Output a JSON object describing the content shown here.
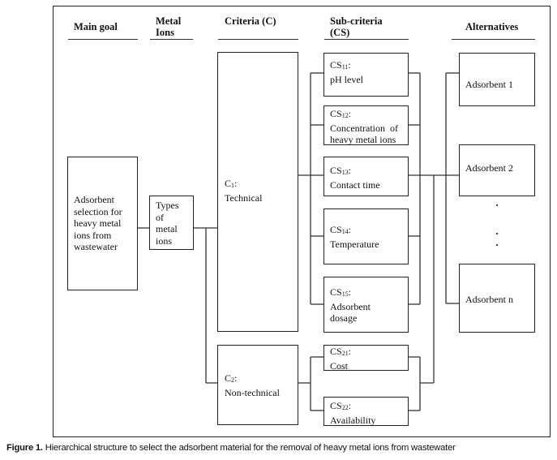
{
  "headers": {
    "main_goal": "Main goal",
    "metal_ions_1": "Metal",
    "metal_ions_2": "Ions",
    "criteria": "Criteria (C)",
    "subcriteria_1": "Sub-criteria",
    "subcriteria_2": "(CS)",
    "alternatives": "Alternatives"
  },
  "main_goal": {
    "lines": [
      "Adsorbent",
      "selection for",
      "heavy metal",
      "ions from",
      "wastewater"
    ]
  },
  "metal_ions": {
    "lines": [
      "Types",
      "of",
      "metal",
      "ions"
    ]
  },
  "criteria": [
    {
      "code": "C",
      "sub": "1",
      "suffix": ":",
      "label": "Technical"
    },
    {
      "code": "C",
      "sub": "2",
      "suffix": ":",
      "label": "Non-technical"
    }
  ],
  "subcriteria": [
    {
      "code": "CS",
      "sub": "11",
      "suffix": ":",
      "label_lines": [
        "pH level"
      ]
    },
    {
      "code": "CS",
      "sub": "12",
      "suffix": ":",
      "label_lines": [
        "Concentration  of",
        "heavy metal ions"
      ]
    },
    {
      "code": "CS",
      "sub": "13",
      "suffix": ":",
      "label_lines": [
        "Contact time"
      ]
    },
    {
      "code": "CS",
      "sub": "14",
      "suffix": ":",
      "label_lines": [
        "Temperature"
      ]
    },
    {
      "code": "CS",
      "sub": "15",
      "suffix": ":",
      "label_lines": [
        "Adsorbent",
        "dosage"
      ]
    },
    {
      "code": "CS",
      "sub": "21",
      "suffix": ":",
      "label_lines": [
        "Cost"
      ]
    },
    {
      "code": "CS",
      "sub": "22",
      "suffix": ":",
      "label_lines": [
        "Availability"
      ]
    }
  ],
  "alternatives": [
    "Adsorbent 1",
    "Adsorbent 2",
    "Adsorbent n"
  ],
  "caption": {
    "label": "Figure 1.",
    "text": " Hierarchical structure to select the adsorbent material for the removal of heavy metal ions from wastewater"
  }
}
